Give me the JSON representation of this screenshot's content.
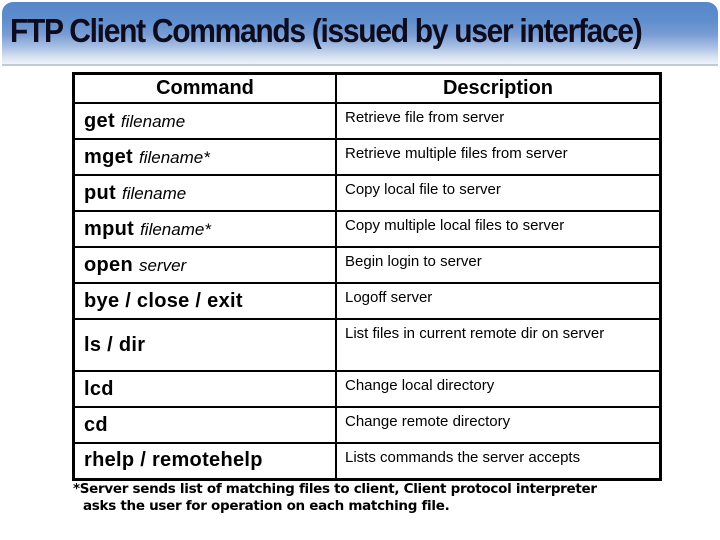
{
  "slide": {
    "title": "FTP Client Commands (issued by user interface)",
    "table": {
      "headers": {
        "command": "Command",
        "description": "Description"
      },
      "rows": [
        {
          "cmd": "get",
          "arg": "filename",
          "desc": "Retrieve file from server"
        },
        {
          "cmd": "mget",
          "arg": "filename*",
          "desc": "Retrieve multiple files from server"
        },
        {
          "cmd": "put",
          "arg": "filename",
          "desc": "Copy local file to server"
        },
        {
          "cmd": "mput",
          "arg": "filename*",
          "desc": "Copy multiple local files to server"
        },
        {
          "cmd": "open",
          "arg": "server",
          "desc": "Begin login to server"
        },
        {
          "cmd": "bye / close / exit",
          "arg": "",
          "desc": "Logoff server"
        },
        {
          "cmd": "ls / dir",
          "arg": "",
          "desc": "List files in current remote dir on server"
        },
        {
          "cmd": "lcd",
          "arg": "",
          "desc": "Change local directory"
        },
        {
          "cmd": "cd",
          "arg": "",
          "desc": "Change remote directory"
        },
        {
          "cmd": "rhelp / remotehelp",
          "arg": "",
          "desc": "Lists commands the server accepts"
        }
      ]
    },
    "footnote": {
      "line1": "*Server sends list of matching files to client, Client protocol interpreter",
      "line2": "asks the user for operation on each matching file."
    },
    "colors": {
      "band_gradient_top": "#5787c9",
      "band_gradient_bottom": "#eef2f9",
      "title_text": "#0c0c1e",
      "table_border": "#000000",
      "body_text": "#000000",
      "background": "#ffffff"
    }
  }
}
